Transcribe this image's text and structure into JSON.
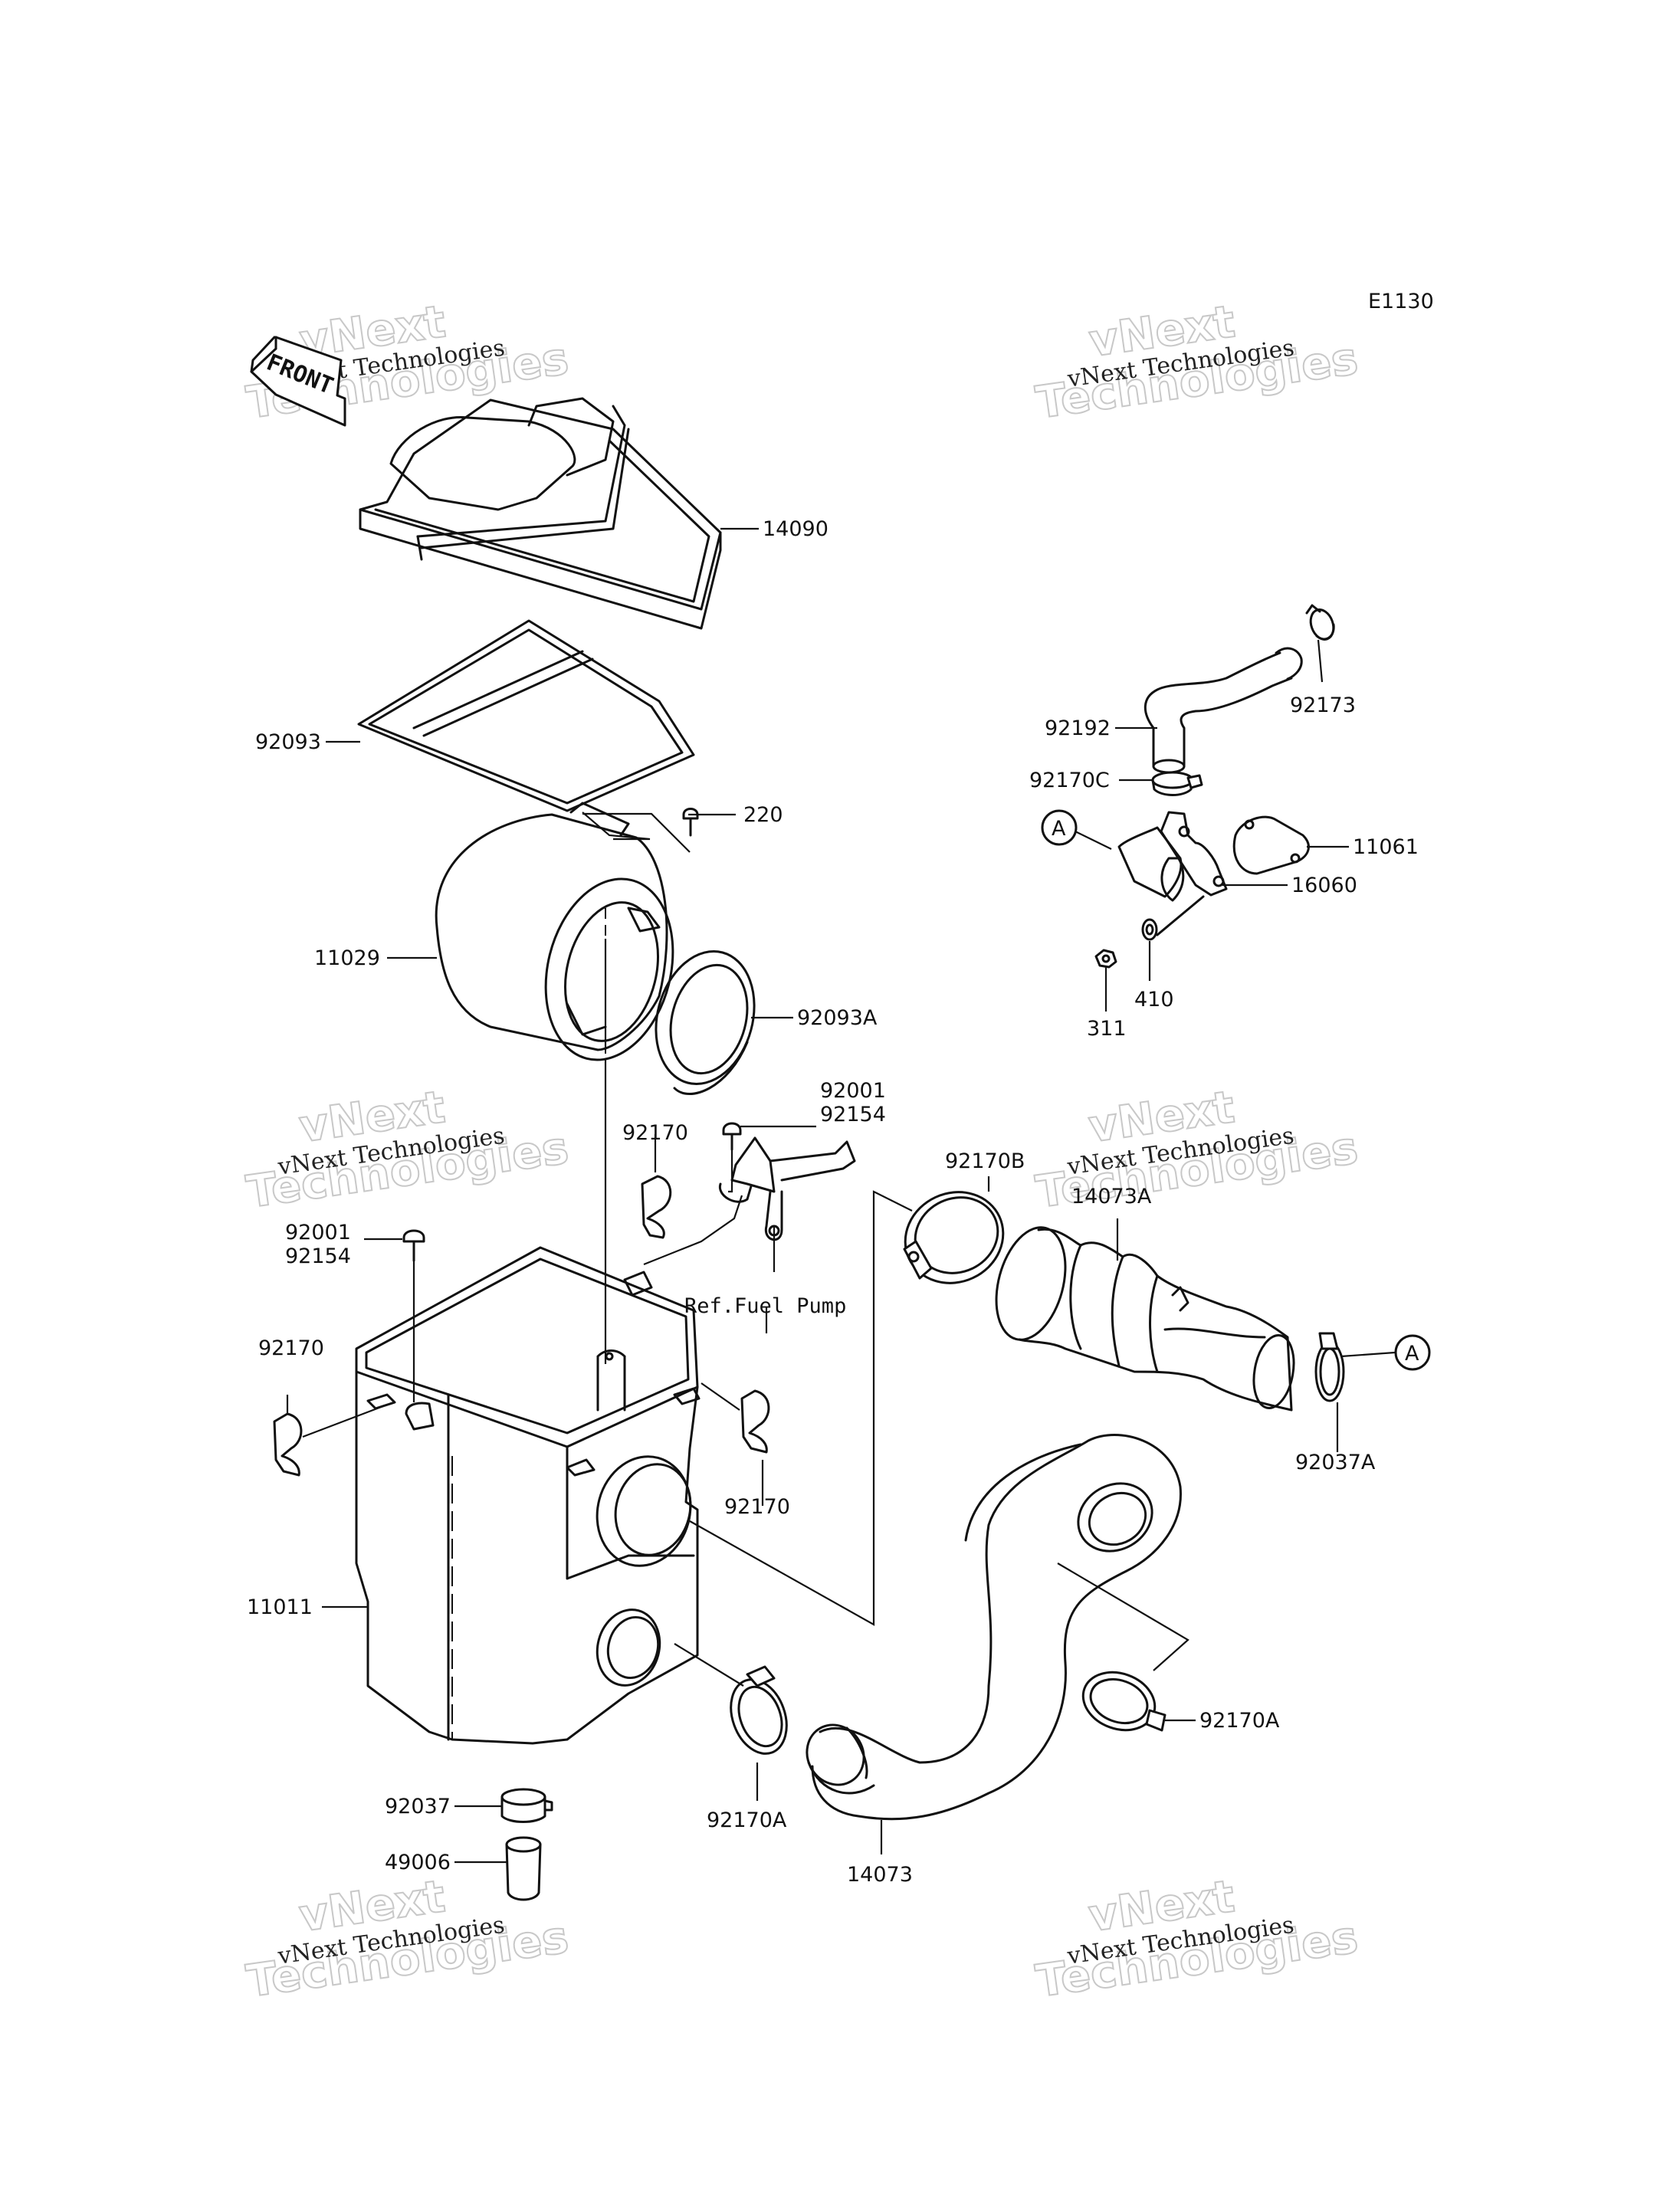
{
  "diagram": {
    "code": "E1130",
    "direction_label": "FRONT",
    "reference_note": "Ref.Fuel Pump",
    "callout_letter": "A",
    "watermark": {
      "line1": "vNext Technologies",
      "line2": "Technologies",
      "line3": "vNext"
    },
    "parts": [
      "14090",
      "92093",
      "220",
      "11029",
      "92093A",
      "92001",
      "92154",
      "92170",
      "92001",
      "92154",
      "92170",
      "92170",
      "11011",
      "92037",
      "49006",
      "92170A",
      "14073",
      "92170A",
      "92170B",
      "14073A",
      "92037A",
      "92192",
      "92173",
      "92170C",
      "11061",
      "16060",
      "410",
      "311"
    ]
  }
}
